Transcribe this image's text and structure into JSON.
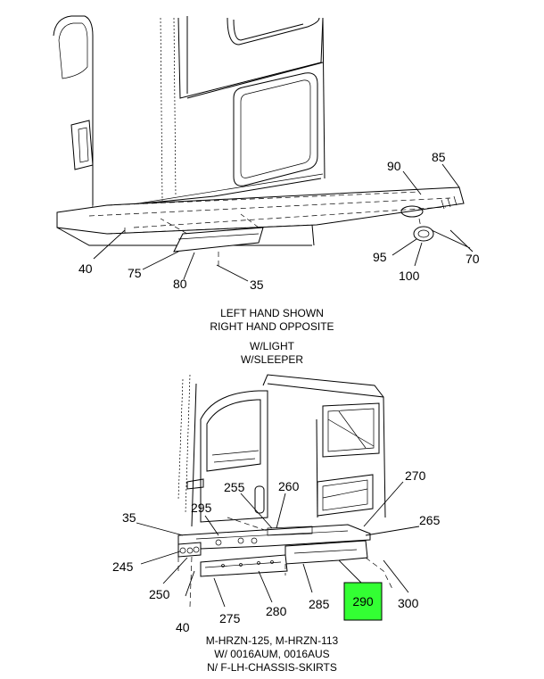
{
  "top_view": {
    "callouts": {
      "c90": "90",
      "c85": "85",
      "c40": "40",
      "c75": "75",
      "c80": "80",
      "c35": "35",
      "c95": "95",
      "c100": "100",
      "c70": "70"
    },
    "captions": {
      "line1": "LEFT HAND SHOWN",
      "line2": "RIGHT HAND OPPOSITE",
      "line3": "W/LIGHT",
      "line4": "W/SLEEPER"
    }
  },
  "bottom_view": {
    "callouts": {
      "c255": "255",
      "c260": "260",
      "c270": "270",
      "c35": "35",
      "c295": "295",
      "c265": "265",
      "c245": "245",
      "c250": "250",
      "c40": "40",
      "c275": "275",
      "c280": "280",
      "c285": "285",
      "c290": "290",
      "c300": "300"
    },
    "captions": {
      "line1": "M-HRZN-125, M-HRZN-113",
      "line2": "W/ 0016AUM, 0016AUS",
      "line3": "N/ F-LH-CHASSIS-SKIRTS"
    }
  },
  "highlight_color": "#33ff33"
}
